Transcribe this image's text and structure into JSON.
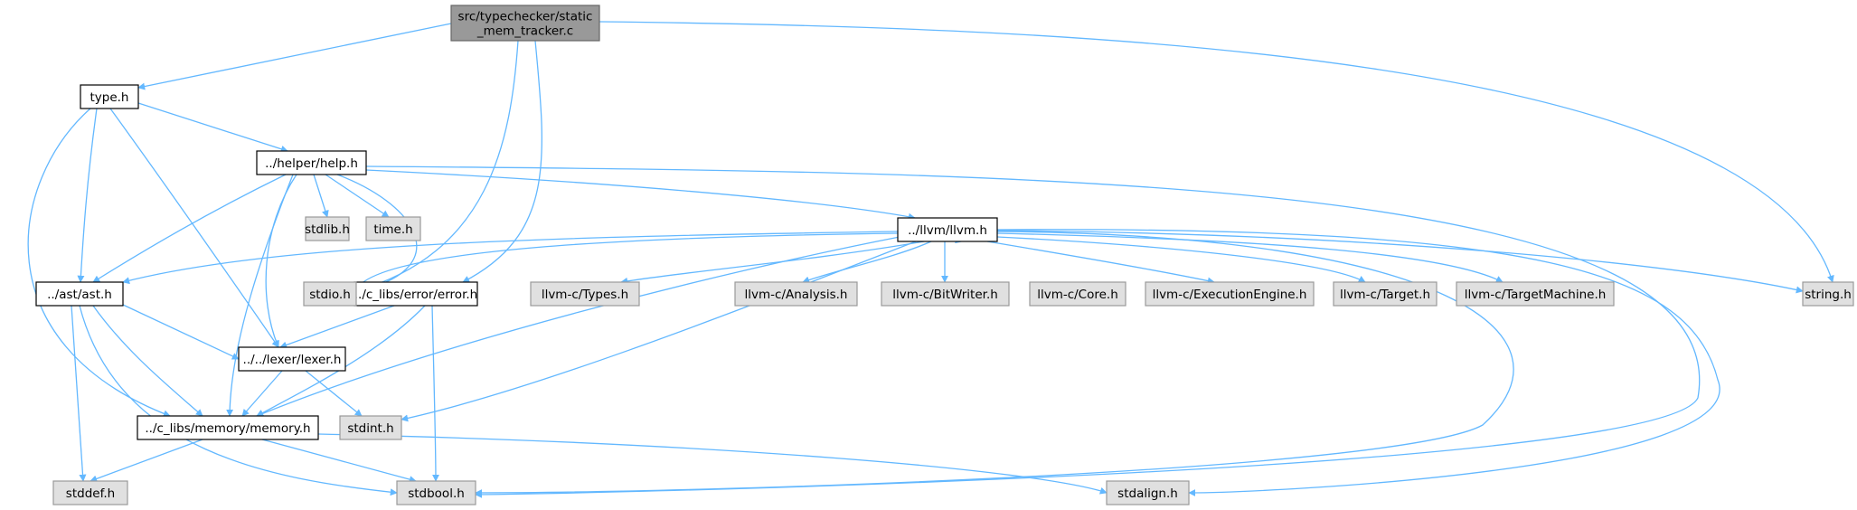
{
  "colors": {
    "edge": "#63b8ff",
    "root_fill": "#999999",
    "root_stroke": "#666666",
    "local_fill": "#ffffff",
    "local_stroke": "#000000",
    "system_fill": "#e0e0e0",
    "system_stroke": "#999999"
  },
  "nodes": [
    {
      "id": "root",
      "kind": "root",
      "lines": [
        "src/typechecker/static",
        "_mem_tracker.c"
      ]
    },
    {
      "id": "type",
      "kind": "local",
      "lines": [
        "type.h"
      ]
    },
    {
      "id": "help",
      "kind": "local",
      "lines": [
        "../helper/help.h"
      ]
    },
    {
      "id": "llvm",
      "kind": "local",
      "lines": [
        "../llvm/llvm.h"
      ]
    },
    {
      "id": "ast",
      "kind": "local",
      "lines": [
        "../ast/ast.h"
      ]
    },
    {
      "id": "error",
      "kind": "local",
      "lines": [
        "../c_libs/error/error.h"
      ]
    },
    {
      "id": "lexer",
      "kind": "local",
      "lines": [
        "../../lexer/lexer.h"
      ]
    },
    {
      "id": "memory",
      "kind": "local",
      "lines": [
        "../c_libs/memory/memory.h"
      ]
    },
    {
      "id": "stdlib",
      "kind": "system",
      "lines": [
        "stdlib.h"
      ]
    },
    {
      "id": "time",
      "kind": "system",
      "lines": [
        "time.h"
      ]
    },
    {
      "id": "stdio",
      "kind": "system",
      "lines": [
        "stdio.h"
      ]
    },
    {
      "id": "types",
      "kind": "system",
      "lines": [
        "llvm-c/Types.h"
      ]
    },
    {
      "id": "analysis",
      "kind": "system",
      "lines": [
        "llvm-c/Analysis.h"
      ]
    },
    {
      "id": "bitwriter",
      "kind": "system",
      "lines": [
        "llvm-c/BitWriter.h"
      ]
    },
    {
      "id": "core",
      "kind": "system",
      "lines": [
        "llvm-c/Core.h"
      ]
    },
    {
      "id": "exec",
      "kind": "system",
      "lines": [
        "llvm-c/ExecutionEngine.h"
      ]
    },
    {
      "id": "target",
      "kind": "system",
      "lines": [
        "llvm-c/Target.h"
      ]
    },
    {
      "id": "targetmachine",
      "kind": "system",
      "lines": [
        "llvm-c/TargetMachine.h"
      ]
    },
    {
      "id": "string",
      "kind": "system",
      "lines": [
        "string.h"
      ]
    },
    {
      "id": "stdint",
      "kind": "system",
      "lines": [
        "stdint.h"
      ]
    },
    {
      "id": "stddef",
      "kind": "system",
      "lines": [
        "stddef.h"
      ]
    },
    {
      "id": "stdbool",
      "kind": "system",
      "lines": [
        "stdbool.h"
      ]
    },
    {
      "id": "stdalign",
      "kind": "system",
      "lines": [
        "stdalign.h"
      ]
    }
  ],
  "edges": [
    {
      "from": "root",
      "to": "type"
    },
    {
      "from": "root",
      "to": "stdio"
    },
    {
      "from": "root",
      "to": "error"
    },
    {
      "from": "root",
      "to": "string"
    },
    {
      "from": "type",
      "to": "help"
    },
    {
      "from": "type",
      "to": "ast"
    },
    {
      "from": "type",
      "to": "lexer"
    },
    {
      "from": "type",
      "to": "memory"
    },
    {
      "from": "help",
      "to": "stdlib"
    },
    {
      "from": "help",
      "to": "time"
    },
    {
      "from": "help",
      "to": "llvm"
    },
    {
      "from": "help",
      "to": "ast"
    },
    {
      "from": "help",
      "to": "stdio"
    },
    {
      "from": "help",
      "to": "lexer"
    },
    {
      "from": "help",
      "to": "memory"
    },
    {
      "from": "help",
      "to": "stdbool"
    },
    {
      "from": "llvm",
      "to": "ast"
    },
    {
      "from": "llvm",
      "to": "stdio"
    },
    {
      "from": "llvm",
      "to": "types"
    },
    {
      "from": "llvm",
      "to": "analysis"
    },
    {
      "from": "llvm",
      "to": "bitwriter"
    },
    {
      "from": "llvm",
      "to": "core"
    },
    {
      "from": "llvm",
      "to": "exec"
    },
    {
      "from": "llvm",
      "to": "target"
    },
    {
      "from": "llvm",
      "to": "targetmachine"
    },
    {
      "from": "llvm",
      "to": "string"
    },
    {
      "from": "llvm",
      "to": "stdint"
    },
    {
      "from": "llvm",
      "to": "memory"
    },
    {
      "from": "llvm",
      "to": "stdbool"
    },
    {
      "from": "llvm",
      "to": "stdalign"
    },
    {
      "from": "ast",
      "to": "lexer"
    },
    {
      "from": "ast",
      "to": "memory"
    },
    {
      "from": "ast",
      "to": "stddef"
    },
    {
      "from": "ast",
      "to": "stdbool"
    },
    {
      "from": "error",
      "to": "lexer"
    },
    {
      "from": "error",
      "to": "memory"
    },
    {
      "from": "error",
      "to": "stdbool"
    },
    {
      "from": "lexer",
      "to": "memory"
    },
    {
      "from": "lexer",
      "to": "stdint"
    },
    {
      "from": "memory",
      "to": "stddef"
    },
    {
      "from": "memory",
      "to": "stdbool"
    },
    {
      "from": "memory",
      "to": "stdalign"
    }
  ]
}
